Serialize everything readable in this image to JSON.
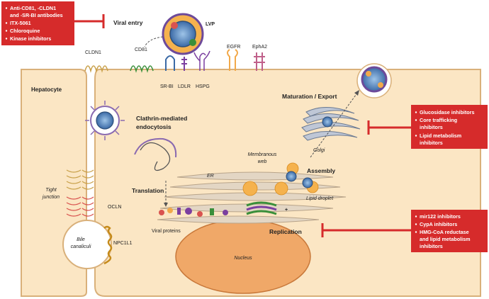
{
  "colors": {
    "cell_fill": "#fbe6c4",
    "cell_stroke": "#d9b07a",
    "nucleus_fill": "#f0a868",
    "inhibitor_red": "#d62b2b",
    "virus_blue": "#4a77b4",
    "membrane_orange": "#f2a94a",
    "lipid_droplet": "#f5b24d"
  },
  "inhibitor_boxes": [
    {
      "items": [
        "Anti-CD81, -CLDN1",
        "and -SR-BI antibodies",
        "ITX-5061",
        "Chloroquine",
        "Kinase inhibitors"
      ],
      "bullets": [
        true,
        false,
        true,
        true,
        true
      ]
    },
    {
      "items": [
        "Glucosidase inhibitors",
        "Core trafficking",
        "inhibitors",
        "Lipid metabolism",
        "inhibitors"
      ],
      "bullets": [
        true,
        true,
        false,
        true,
        false
      ]
    },
    {
      "items": [
        "mir122 inhibitors",
        "CypA inhibitors",
        "HMG-CoA reductase",
        "and lipid metabolism",
        "inhibitors"
      ],
      "bullets": [
        true,
        true,
        true,
        false,
        false
      ]
    }
  ],
  "stages": {
    "viral_entry": "Viral entry",
    "clathrin": [
      "Clathrin-mediated",
      "endocytosis"
    ],
    "translation": "Translation",
    "replication": "Replication",
    "assembly": "Assembly",
    "maturation": "Maturation / Export"
  },
  "receptors": {
    "cldn1": "CLDN1",
    "cd81": "CD81",
    "srbi": "SR-BI",
    "ldlr": "LDLR",
    "hspg": "HSPG",
    "egfr": "EGFR",
    "epha2": "EphA2",
    "lvp": "LVP",
    "ocln": "OCLN",
    "npc1l1": "NPC1L1"
  },
  "structures": {
    "hepatocyte": "Hepatocyte",
    "tight_junction": [
      "Tight",
      "junction"
    ],
    "bile_canaliculi": [
      "Bile",
      "canaliculi"
    ],
    "er": "ER",
    "membranous_web": [
      "Membranous",
      "web"
    ],
    "golgi": "Golgi",
    "lipid_droplet": "Lipid droplet",
    "viral_proteins": "Viral proteins",
    "nucleus": "Nucleus",
    "plus": "+"
  }
}
